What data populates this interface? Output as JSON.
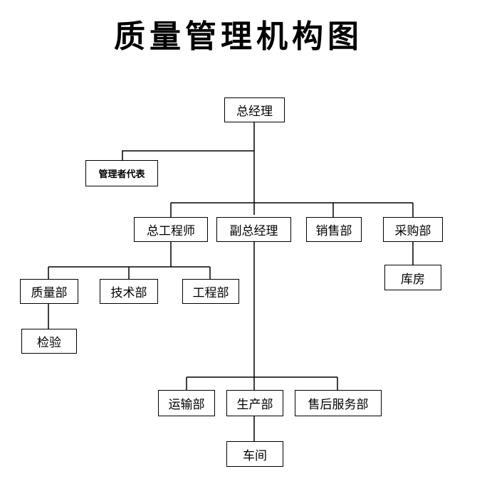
{
  "title": "质量管理机构图",
  "nodes": {
    "general_manager": "总经理",
    "management_rep": "管理者代表",
    "chief_engineer": "总工程师",
    "deputy_gm": "副总经理",
    "sales_dept": "销售部",
    "purchasing_dept": "采购部",
    "warehouse": "库房",
    "quality_dept": "质量部",
    "tech_dept": "技术部",
    "engineering_dept": "工程部",
    "inspection": "检验",
    "transport_dept": "运输部",
    "production_dept": "生产部",
    "after_sales_dept": "售后服务部",
    "workshop": "车间"
  }
}
